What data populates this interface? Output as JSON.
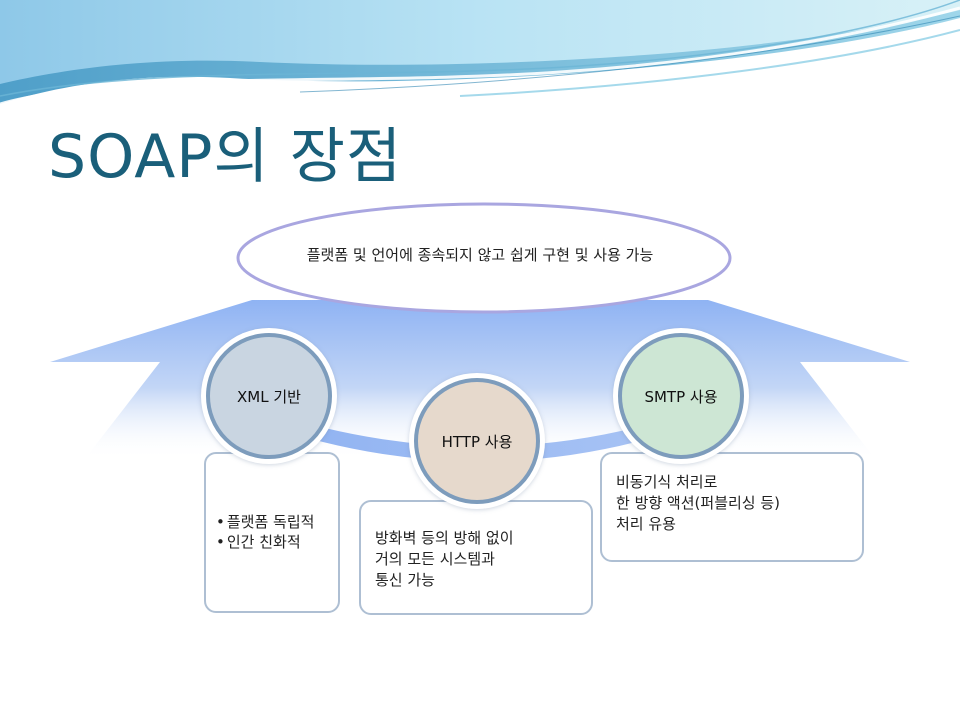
{
  "title": "SOAP의 장점",
  "summary": "플랫폼 및 언어에 종속되지 않고 쉽게 구현 및 사용 가능",
  "nodes": [
    {
      "label": "XML 기반",
      "color": "#c9d5e1",
      "items": [
        "플랫폼 독립적",
        "인간 친화적"
      ]
    },
    {
      "label": "HTTP 사용",
      "color": "#e6d9cc",
      "lines": [
        "방화벽 등의 방해 없이",
        "거의 모든 시스템과",
        "통신 가능"
      ]
    },
    {
      "label": "SMTP 사용",
      "color": "#cde6d4",
      "lines": [
        "비동기식 처리로",
        "한 방향 액션(퍼블리싱 등)",
        "처리 유용"
      ]
    }
  ],
  "theme": {
    "title_color": "#1a5f7a",
    "arrow_color": "#a7c2ee",
    "ellipse_border": "#a9a6e0",
    "box_border": "#aebfd3",
    "circle_border": "#7d9cbc"
  }
}
